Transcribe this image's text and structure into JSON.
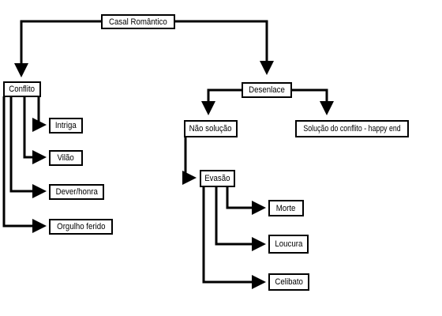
{
  "diagram": {
    "root": "Casal Romântico",
    "left_branch": {
      "label": "Conflito",
      "children": [
        "Intriga",
        "Vilão",
        "Dever/honra",
        "Orgulho ferido"
      ]
    },
    "right_branch": {
      "label": "Desenlace",
      "children": {
        "no_solution": "Não solução",
        "solution": "Solução do conflito - happy end"
      },
      "evasion": {
        "label": "Evasão",
        "children": [
          "Morte",
          "Loucura",
          "Celibato"
        ]
      }
    },
    "line_color": "#000000",
    "background": "#ffffff"
  }
}
